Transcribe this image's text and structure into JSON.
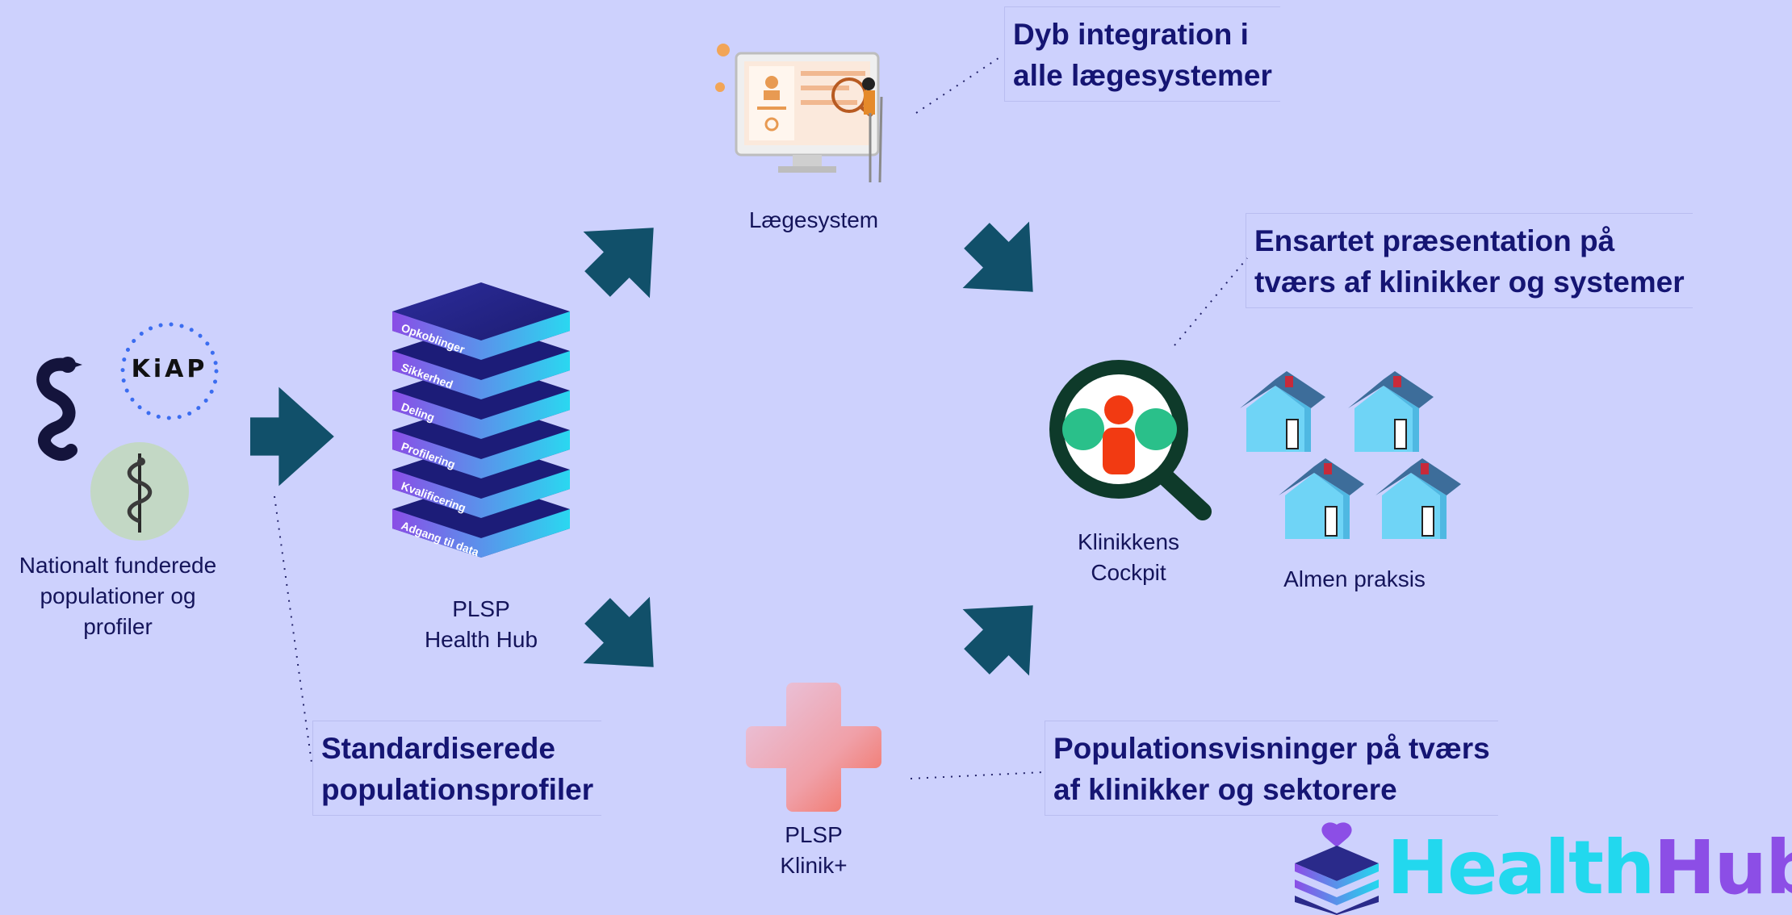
{
  "labels": {
    "sources": [
      "Nationalt funderede",
      "populationer og",
      "profiler"
    ],
    "hub": [
      "PLSP",
      "Health Hub"
    ],
    "laegesystem": "Lægesystem",
    "cockpit": [
      "Klinikkens",
      "Cockpit"
    ],
    "almen": "Almen praksis",
    "klinik": [
      "PLSP",
      "Klinik+"
    ]
  },
  "callouts": {
    "integration": [
      "Dyb integration i",
      "alle lægesystemer"
    ],
    "ensartet": [
      "Ensartet præsentation på",
      "tværs af klinikker og systemer"
    ],
    "standard": [
      "Standardiserede",
      "populationsprofiler"
    ],
    "population": [
      "Populationsvisninger på tværs",
      "af klinikker og sektorere"
    ]
  },
  "kiap_text": "KiAP",
  "stack_layers": [
    "Opkoblinger",
    "Sikkerhed",
    "Deling",
    "Profilering",
    "Kvalificering",
    "Adgang til data"
  ],
  "logo": {
    "part1": "Health",
    "part2": "Hub"
  },
  "colors": {
    "background": "#cdd1fd",
    "arrow": "#11506a",
    "callout_text": "#151573",
    "label_text": "#14145a",
    "logo_cyan": "#22d8ee",
    "logo_purple": "#8c4ee6"
  }
}
